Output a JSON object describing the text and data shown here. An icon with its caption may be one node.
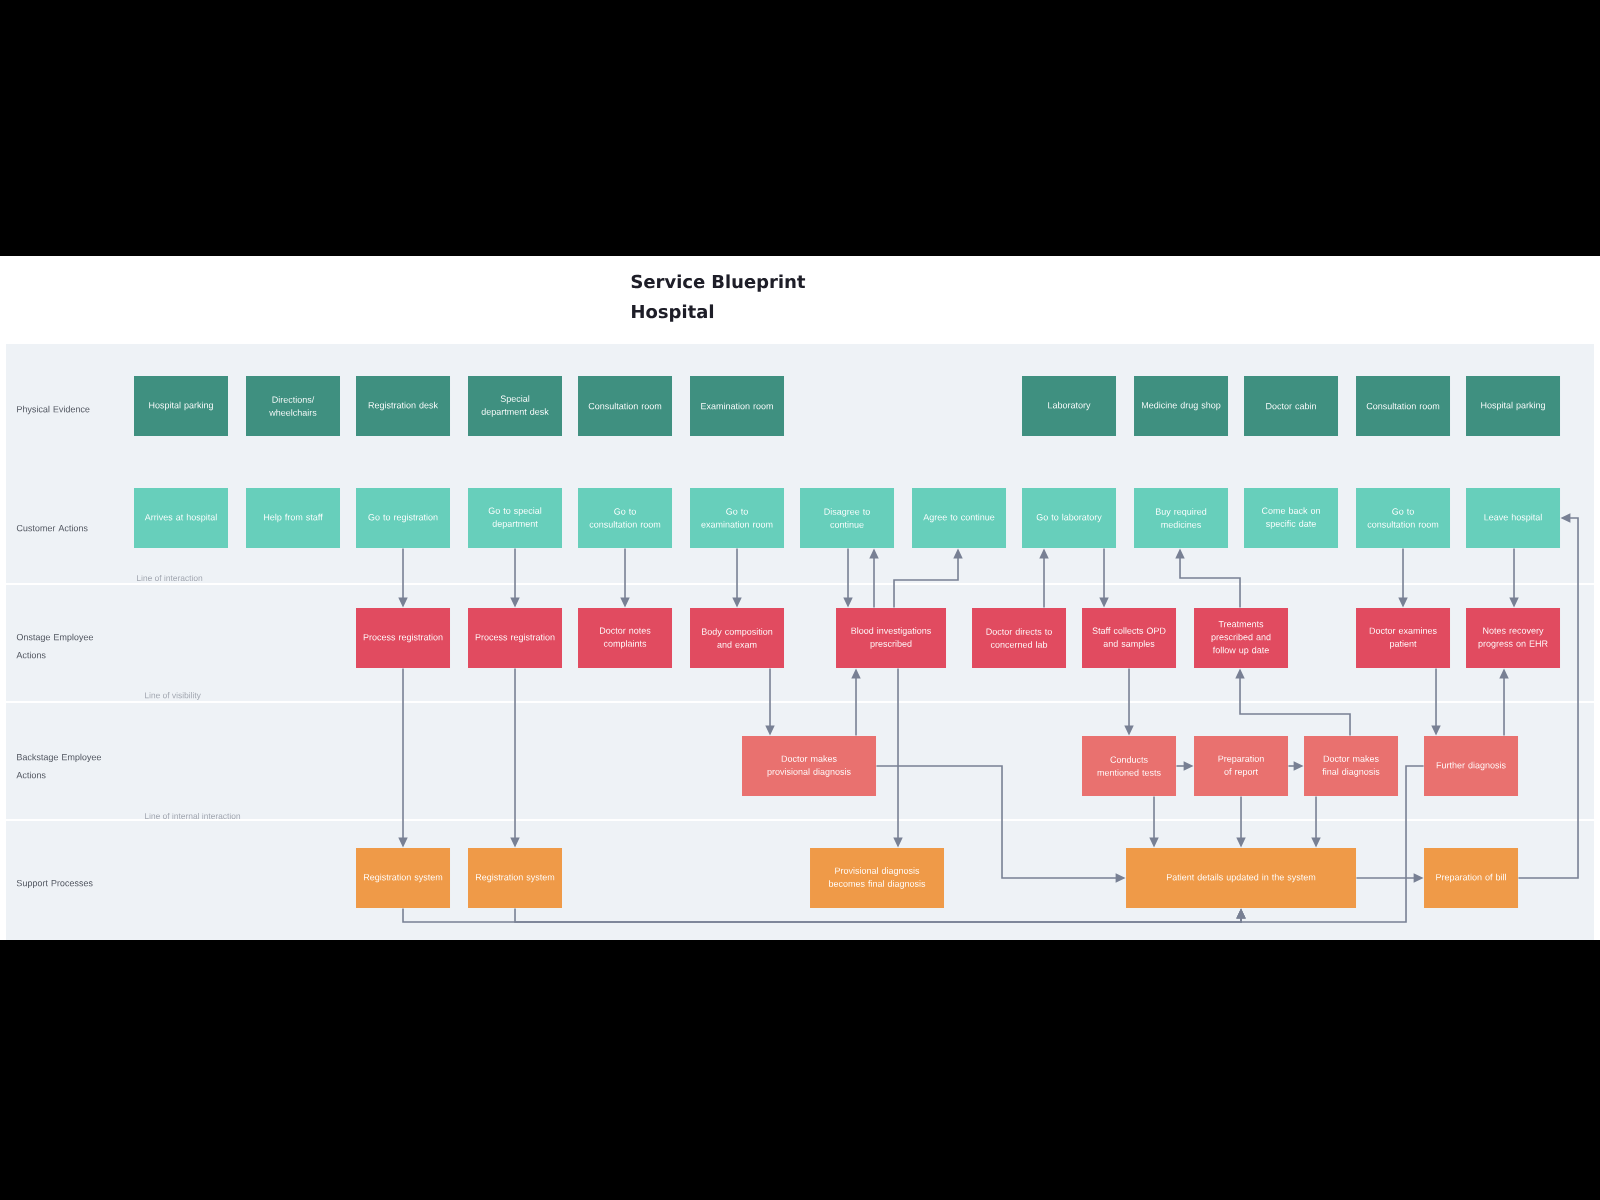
{
  "diagram": {
    "title": "Service Blueprint Hospital",
    "nodes": [
      {
        "text": [
          "Hospital parking"
        ]
      },
      {
        "text": [
          "Directions/ wheelchairs"
        ]
      },
      {
        "text": [
          "Registration desk"
        ]
      },
      {
        "text": [
          "Special department desk"
        ]
      },
      {
        "text": [
          "Consultation room"
        ]
      },
      {
        "text": [
          "Examination room"
        ]
      },
      {
        "text": [
          "Laboratory"
        ]
      },
      {
        "text": [
          "Medicine drug shop"
        ]
      },
      {
        "text": [
          "Doctor cabin"
        ]
      },
      {
        "text": [
          "Consultation room"
        ]
      },
      {
        "text": [
          "Hospital parking"
        ]
      },
      {
        "text": [
          "Arrives at hospital"
        ]
      },
      {
        "text": [
          "Help from staff"
        ]
      },
      {
        "text": [
          "Go to registration"
        ]
      },
      {
        "text": [
          "Go to special department"
        ]
      },
      {
        "text": [
          "Go to consultation room"
        ]
      },
      {
        "text": [
          "Go to examination room"
        ]
      },
      {
        "text": [
          "Disagree to continue"
        ]
      },
      {
        "text": [
          "Agree to continue"
        ]
      },
      {
        "text": [
          "Go to laboratory"
        ]
      },
      {
        "text": [
          "Buy required medicines"
        ]
      },
      {
        "text": [
          "Come back on specific date"
        ]
      },
      {
        "text": [
          "Go to consultation room"
        ]
      },
      {
        "text": [
          "Leave hospital"
        ]
      },
      {
        "text": [
          "Process registration"
        ]
      },
      {
        "text": [
          "Process registration"
        ]
      },
      {
        "text": [
          "Doctor notes complaints"
        ]
      },
      {
        "text": [
          "Body composition and exam"
        ]
      },
      {
        "text": [
          "Blood investigations prescribed"
        ]
      },
      {
        "text": [
          "Doctor directs to concerned lab"
        ]
      },
      {
        "text": [
          "Staff collects OPD and samples"
        ]
      },
      {
        "text": [
          "Treatments prescribed and follow up date"
        ]
      },
      {
        "text": [
          "Doctor examines patient"
        ]
      },
      {
        "text": [
          "Notes recovery progress on EHR"
        ]
      },
      {
        "text": [
          "Doctor makes provisional diagnosis"
        ]
      },
      {
        "text": [
          "Conducts mentioned tests"
        ]
      },
      {
        "text": [
          "Preparation of report"
        ]
      },
      {
        "text": [
          "Doctor makes final diagnosis"
        ]
      },
      {
        "text": [
          "Further diagnosis"
        ]
      },
      {
        "text": [
          "Registration system"
        ]
      },
      {
        "text": [
          "Registration system"
        ]
      },
      {
        "text": [
          "Provisional diagnosis becomes final diagnosis"
        ]
      },
      {
        "text": [
          "Patient details updated in the system"
        ]
      },
      {
        "text": [
          "Preparation of bill"
        ]
      }
    ],
    "edges": [
      {
        "from": 13,
        "to": 24,
        "arrow": "to"
      },
      {
        "from": 14,
        "to": 25,
        "arrow": "to"
      },
      {
        "from": 15,
        "to": 26,
        "arrow": "to"
      },
      {
        "from": 16,
        "to": 27,
        "arrow": "to"
      },
      {
        "from": 24,
        "to": 39,
        "arrow": "to"
      },
      {
        "from": 25,
        "to": 40,
        "arrow": "to"
      },
      {
        "from": 27,
        "to": 34,
        "arrow": "to"
      },
      {
        "from": 34,
        "to": 28,
        "arrow": "to"
      },
      {
        "from": 28,
        "to": 41,
        "arrow": "to"
      },
      {
        "from": 17,
        "to": 28,
        "arrow": "to"
      },
      {
        "from": 28,
        "to": 17,
        "arrow": "to"
      },
      {
        "from": 28,
        "to": 18,
        "arrow": "to"
      },
      {
        "from": 29,
        "to": 19,
        "arrow": "to"
      },
      {
        "from": 19,
        "to": 30,
        "arrow": "to"
      },
      {
        "from": 30,
        "to": 35,
        "arrow": "to"
      },
      {
        "from": 35,
        "to": 36,
        "arrow": "to"
      },
      {
        "from": 36,
        "to": 37,
        "arrow": "to"
      },
      {
        "from": 37,
        "to": 31,
        "arrow": "to"
      },
      {
        "from": 31,
        "to": 20,
        "arrow": "to"
      },
      {
        "from": 22,
        "to": 32,
        "arrow": "to"
      },
      {
        "from": 32,
        "to": 38,
        "arrow": "to"
      },
      {
        "from": 38,
        "to": 33,
        "arrow": "to"
      },
      {
        "from": 23,
        "to": 33,
        "arrow": "to"
      },
      {
        "from": 43,
        "to": 23,
        "arrow": "to"
      },
      {
        "from": 35,
        "to": 42,
        "arrow": "to"
      },
      {
        "from": 36,
        "to": 42,
        "arrow": "to"
      },
      {
        "from": 37,
        "to": 42,
        "arrow": "to"
      },
      {
        "from": 34,
        "to": 42,
        "arrow": "to"
      },
      {
        "from": 42,
        "to": 43,
        "arrow": "to"
      },
      {
        "from": 39,
        "to": 42,
        "arrow": "to"
      },
      {
        "from": 40,
        "to": 42,
        "arrow": "to"
      },
      {
        "from": 38,
        "to": 42,
        "arrow": "to"
      }
    ],
    "labels": [
      "Physical Evidence",
      "Customer Actions",
      "Line of interaction",
      "Onstage Employee Actions",
      "Line of visibility",
      "Backstage Employee Actions",
      "Line of internal interaction",
      "Support Processes"
    ]
  }
}
